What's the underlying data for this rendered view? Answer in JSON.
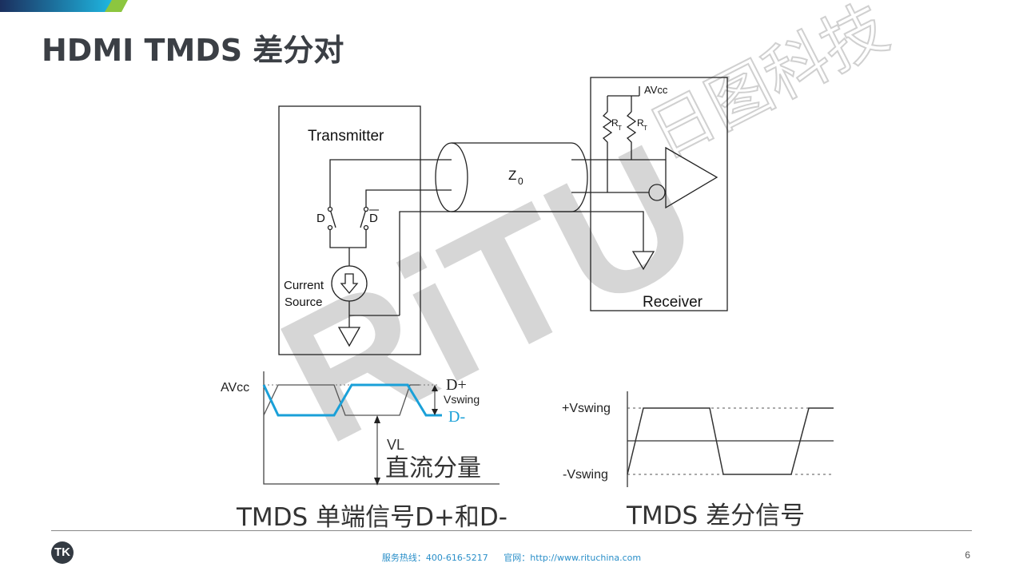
{
  "title": "HDMI TMDS 差分对",
  "watermark": {
    "brand": "RiTU",
    "company": "日图科技"
  },
  "circuit": {
    "transmitter": "Transmitter",
    "receiver": "Receiver",
    "switch_d": "D",
    "switch_dbar": "D",
    "current_source": [
      "Current",
      "Source"
    ],
    "cable": "Z",
    "cable_sub": "0",
    "avcc": "AVcc",
    "resistor": "R",
    "resistor_sub": "T"
  },
  "single_ended": {
    "avcc": "AVcc",
    "dplus": "D+",
    "dminus": "D-",
    "vswing": "Vswing",
    "vl": "VL",
    "dc": "直流分量",
    "caption": "TMDS 单端信号D+和D-",
    "colors": {
      "dplus": "#555555",
      "dminus": "#1aa0d8"
    }
  },
  "differential": {
    "pos": "+Vswing",
    "neg": "-Vswing",
    "caption": "TMDS 差分信号"
  },
  "footer": {
    "hotline": "服务热线：400-616-5217",
    "website": "官网：http://www.rituchina.com",
    "logo": "TK",
    "page": "6"
  }
}
